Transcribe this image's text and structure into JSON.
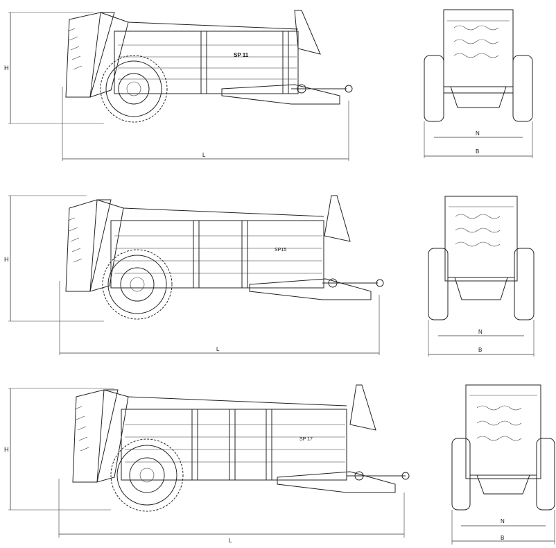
{
  "views": [
    {
      "model_label": "SP 11",
      "dim_height": "H",
      "dim_length": "L",
      "dim_track": "N",
      "dim_width": "B"
    },
    {
      "model_label": "SP15",
      "dim_height": "H",
      "dim_length": "L",
      "dim_track": "N",
      "dim_width": "B"
    },
    {
      "model_label": "SP 17",
      "dim_height": "H",
      "dim_length": "L",
      "dim_track": "N",
      "dim_width": "B"
    }
  ]
}
